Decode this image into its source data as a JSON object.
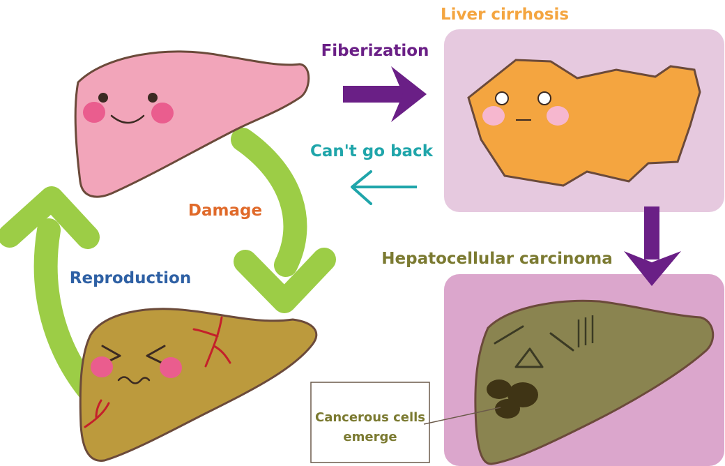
{
  "labels": {
    "cirrhosis_title": "Liver cirrhosis",
    "fiberization": "Fiberization",
    "cant_go_back": "Can't go back",
    "damage": "Damage",
    "reproduction": "Reproduction",
    "carcinoma_title": "Hepatocellular carcinoma",
    "callout_line1": "Cancerous cells",
    "callout_line2": "emerge"
  },
  "colors": {
    "cirrhosis_title": "#f4a540",
    "fiberization": "#6a1f86",
    "cant_go_back": "#1fa5aa",
    "damage": "#e06a2a",
    "reproduction": "#2e60a4",
    "carcinoma_title": "#7b7a31",
    "callout_text": "#7b7a31",
    "green_arrow": "#9ccd46",
    "purple_arrow": "#6a1f86",
    "teal_arrow": "#1fa5aa",
    "panel_top": "#e6c9df",
    "panel_bottom": "#dba6cc",
    "healthy_liver": "#f2a5ba",
    "damaged_liver": "#bc9a3d",
    "cirrhosis_liver": "#f4a540",
    "carcinoma_liver": "#8a8450",
    "outline": "#6b4a3a",
    "cheek": "#ea5d8e",
    "vein": "#c4202a",
    "tumor": "#3f3415"
  },
  "icons": {
    "healthy_liver": "smiling-liver-icon",
    "damaged_liver": "pained-liver-icon",
    "cirrhosis_liver": "hardened-liver-icon",
    "carcinoma_liver": "cancerous-liver-icon"
  }
}
